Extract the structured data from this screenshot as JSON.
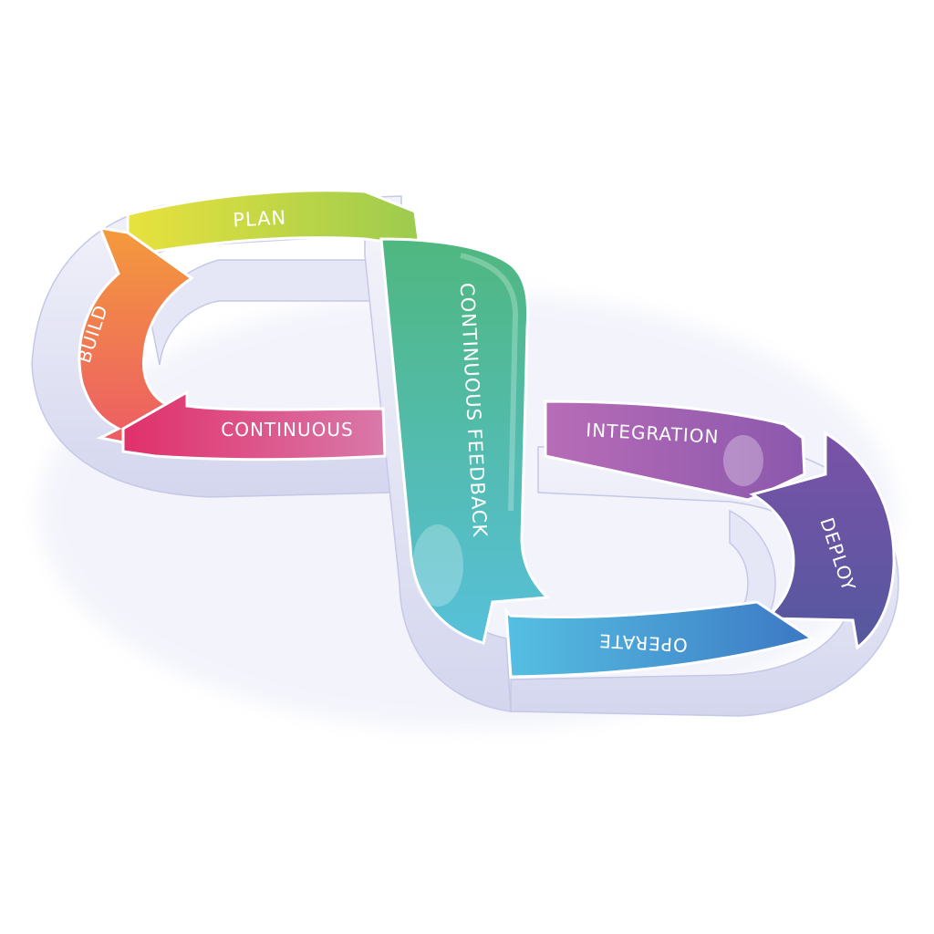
{
  "diagram": {
    "segments": [
      {
        "id": "plan",
        "label": "PLAN",
        "color_start": "#e8e23d",
        "color_end": "#9ccb4e"
      },
      {
        "id": "build",
        "label": "BUILD",
        "color_start": "#f49a3c",
        "color_end": "#ec5a66"
      },
      {
        "id": "continuous",
        "label": "CONTINUOUS",
        "color_start": "#e0306a",
        "color_end": "#d979aa"
      },
      {
        "id": "continuous-feedback",
        "label": "CONTINUOUS FEEDBACK",
        "color_start": "#4fb77f",
        "color_end": "#57c0da"
      },
      {
        "id": "integration",
        "label": "INTEGRATION",
        "color_start": "#b86cb7",
        "color_end": "#8b58ad"
      },
      {
        "id": "deploy",
        "label": "DEPLOY",
        "color_start": "#7a52a8",
        "color_end": "#54589e"
      },
      {
        "id": "operate",
        "label": "OPERATE",
        "color_start": "#56bfe2",
        "color_end": "#3c78c4"
      }
    ],
    "base_color": "#dfe0f3",
    "edge_color": "#bfc2e2"
  }
}
